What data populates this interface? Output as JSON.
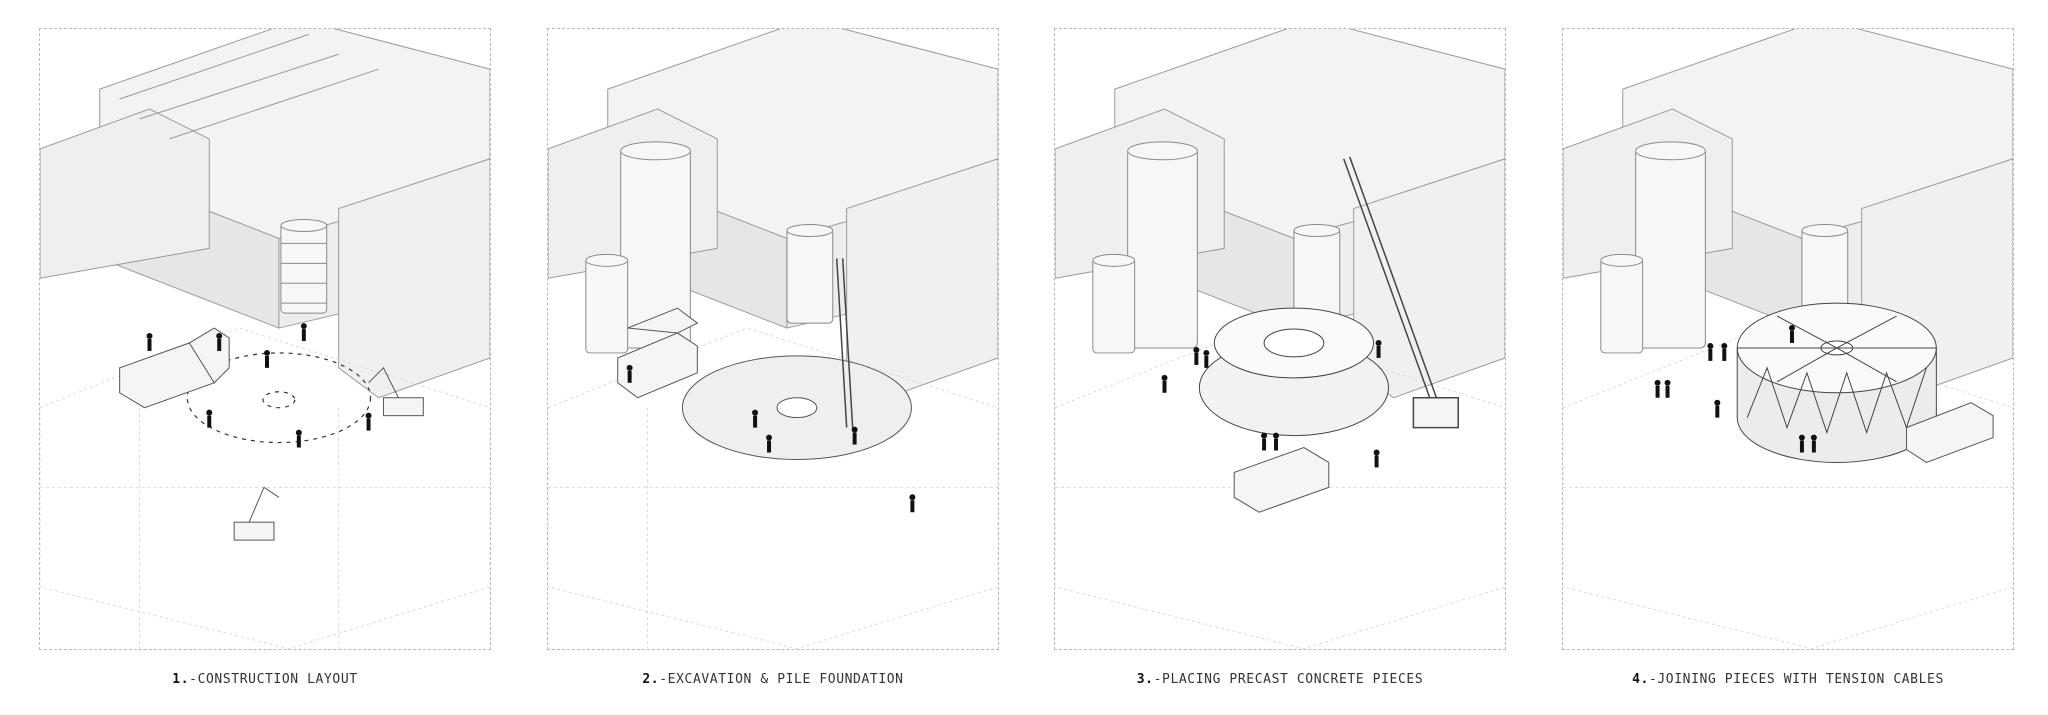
{
  "steps": [
    {
      "number": "1.",
      "title": "-CONSTRUCTION LAYOUT"
    },
    {
      "number": "2.",
      "title": "-EXCAVATION & PILE FOUNDATION"
    },
    {
      "number": "3.",
      "title": "-PLACING PRECAST CONCRETE PIECES"
    },
    {
      "number": "4.",
      "title": "-JOINING PIECES WITH TENSION CABLES"
    }
  ],
  "colors": {
    "frame": "#b9b9b9",
    "building_fill": "#f3f3f3",
    "building_shade": "#e2e2e2",
    "line": "#9a9a9a",
    "figure": "#111111"
  },
  "icons": [
    "silo-icon",
    "crane-icon",
    "truck-icon",
    "excavator-icon",
    "person-icon",
    "ring-structure-icon"
  ]
}
